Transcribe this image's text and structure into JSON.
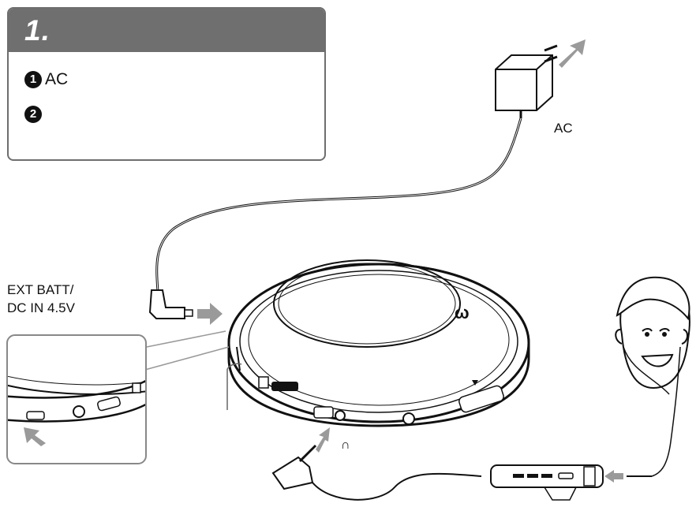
{
  "step": {
    "number": "1.",
    "items": [
      {
        "badge": "1",
        "text": "AC"
      },
      {
        "badge": "2",
        "text": ""
      }
    ]
  },
  "labels": {
    "adapter": "AC",
    "jack_line1": "EXT BATT/",
    "jack_line2": "DC IN 4.5V",
    "headphone_symbol": "∩"
  },
  "icons": {
    "adapter": "ac-adapter-icon",
    "plug": "dc-plug-icon",
    "player": "cd-player-icon",
    "headphone": "headphone-icon",
    "remote": "remote-control-icon",
    "face": "person-face-icon"
  }
}
